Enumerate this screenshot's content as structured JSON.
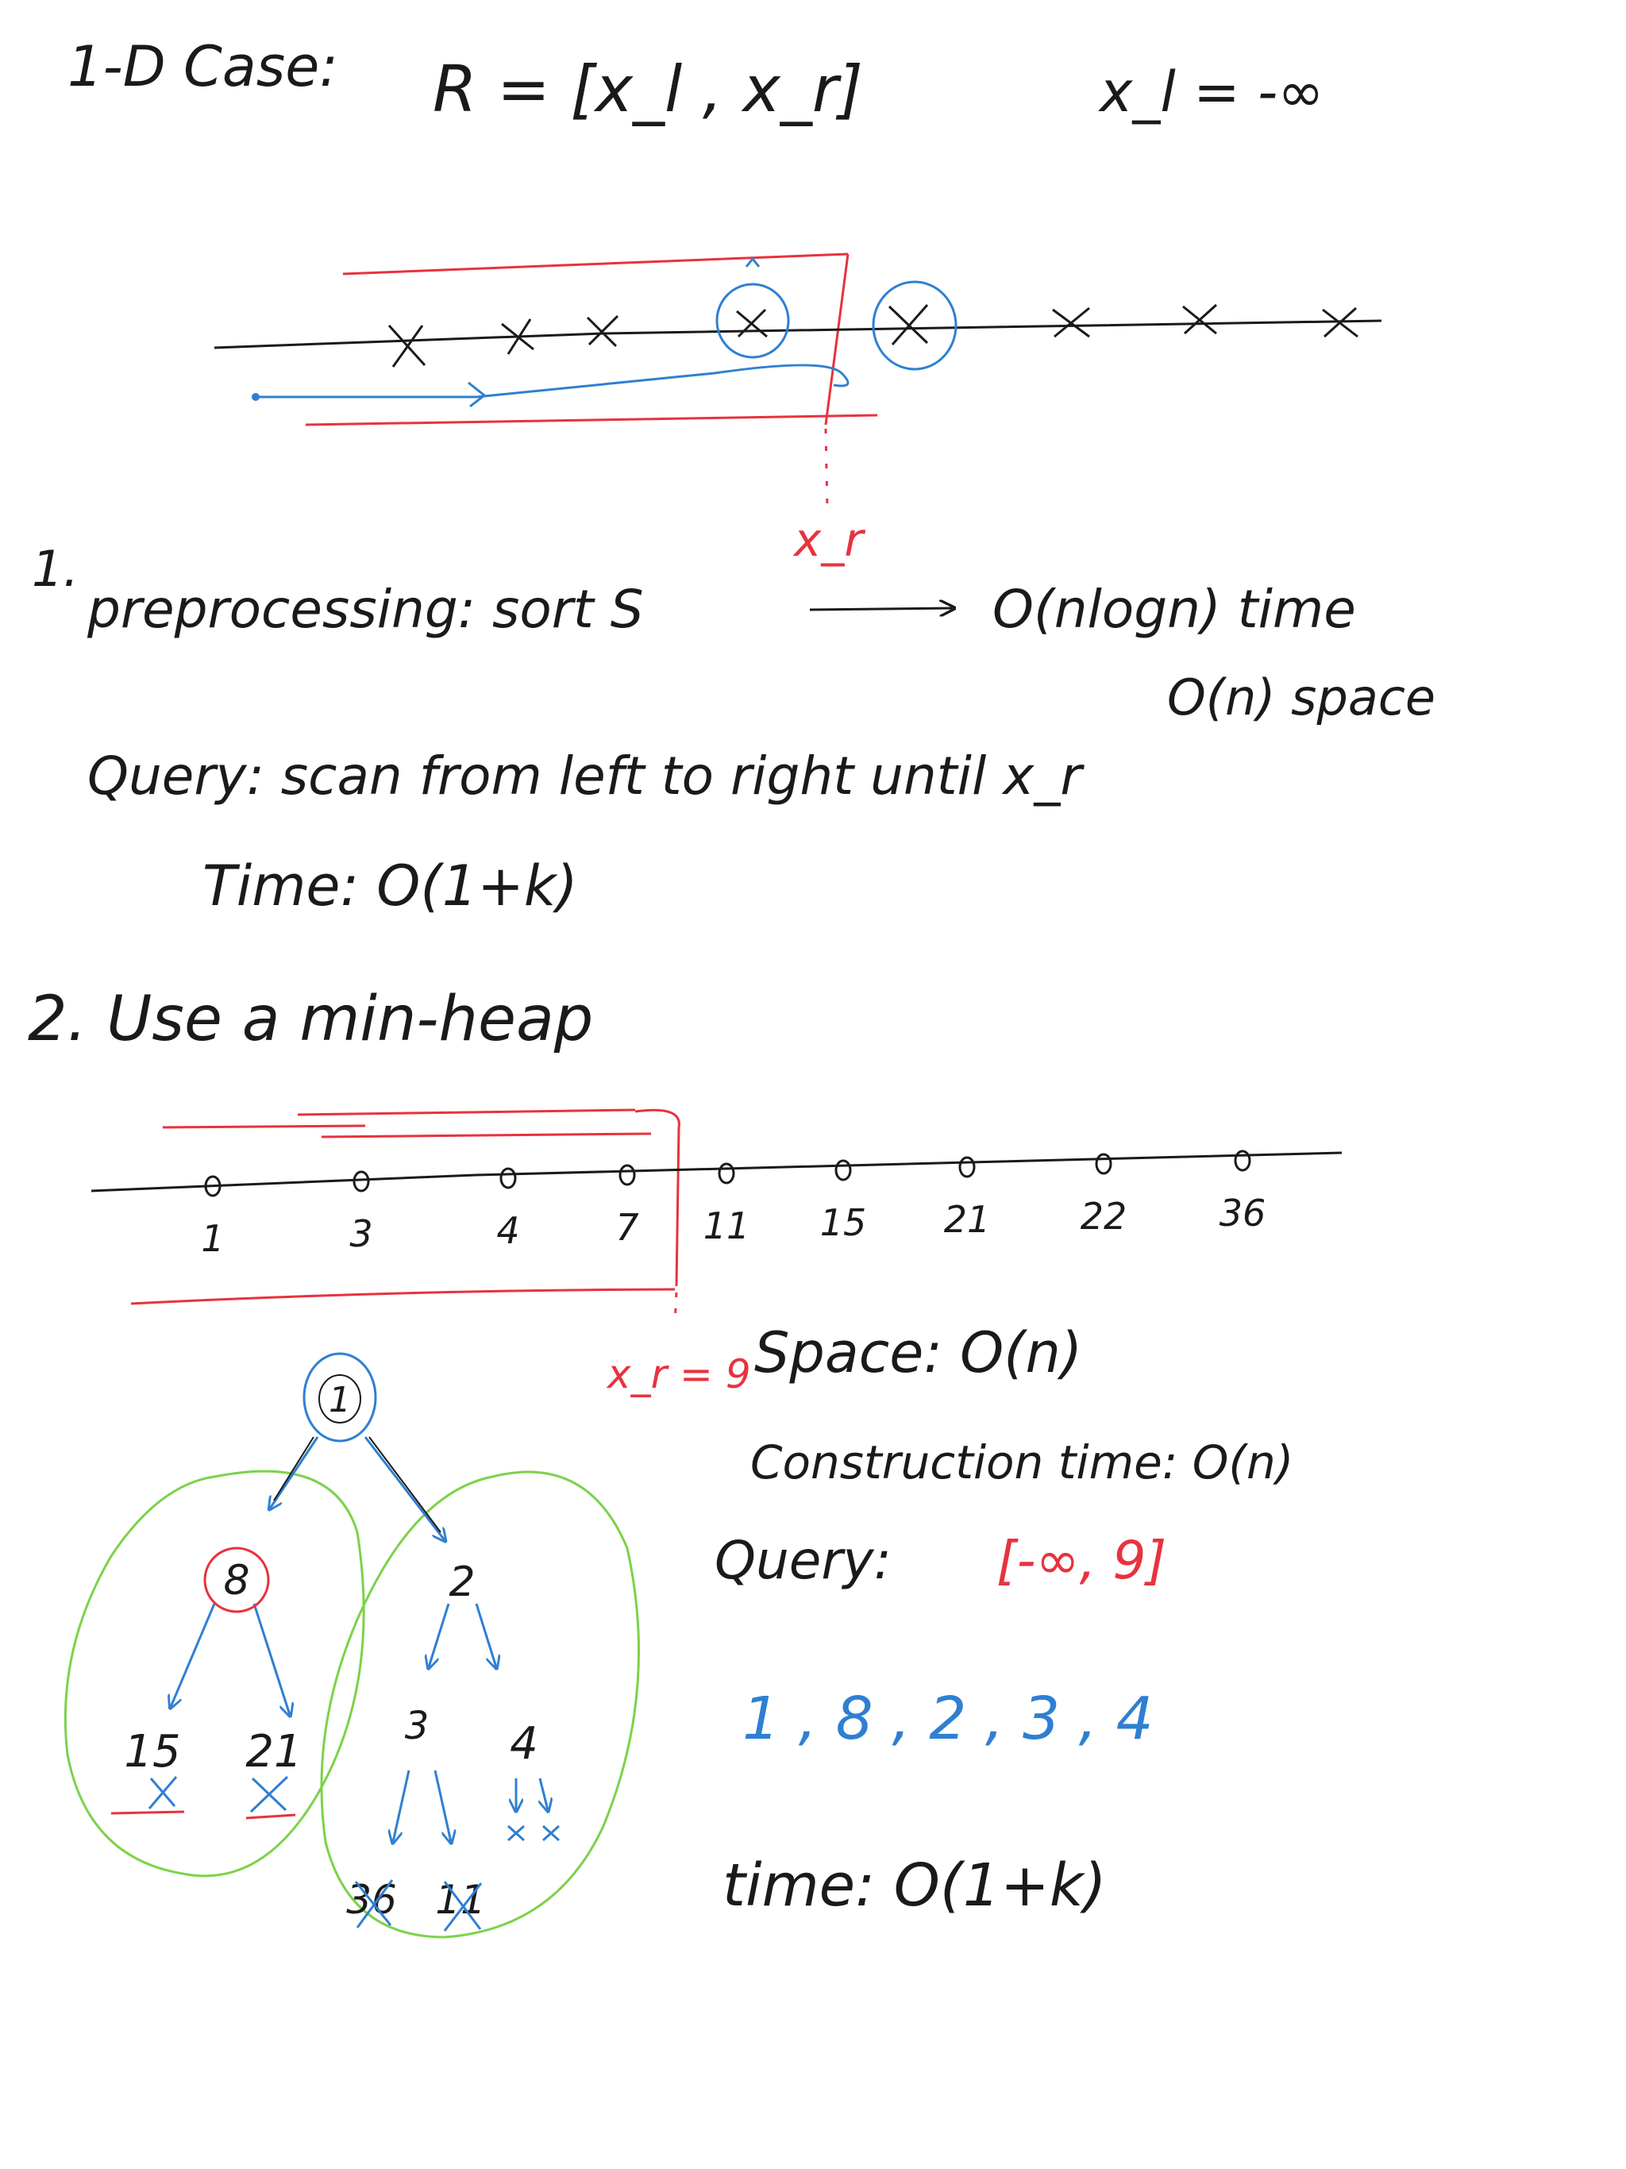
{
  "colors": {
    "ink": "#1a1a1a",
    "red": "#e8323f",
    "blue": "#2f7fd1",
    "green": "#7cd24a"
  },
  "heading": {
    "title": "1-D Case:",
    "range_def": "R = [x_l , x_r]",
    "xl_def": "x_l = -∞"
  },
  "diagram1": {
    "xr_label": "x_r"
  },
  "section1": {
    "number": "1.",
    "preprocessing": "preprocessing: sort S",
    "pre_time": "O(nlogn) time",
    "pre_space": "O(n) space",
    "query": "Query: scan from left to right until x_r",
    "query_time": "Time: O(1+k)"
  },
  "section2": {
    "title": "2. Use a min-heap",
    "number_line": [
      "1",
      "3",
      "4",
      "7",
      "11",
      "15",
      "21",
      "22",
      "36"
    ],
    "xr_label": "x_r = 9",
    "space": "Space: O(n)",
    "construction": "Construction time: O(n)",
    "query_label": "Query:",
    "query_range": "[-∞, 9]",
    "sequence": "1 , 8 , 2 , 3 , 4",
    "time": "time: O(1+k)"
  },
  "heap": {
    "root": "1",
    "left": "8",
    "right": "2",
    "ll": "15",
    "lr": "21",
    "rl": "3",
    "rr": "4",
    "rll": "36",
    "rlr": "11"
  }
}
